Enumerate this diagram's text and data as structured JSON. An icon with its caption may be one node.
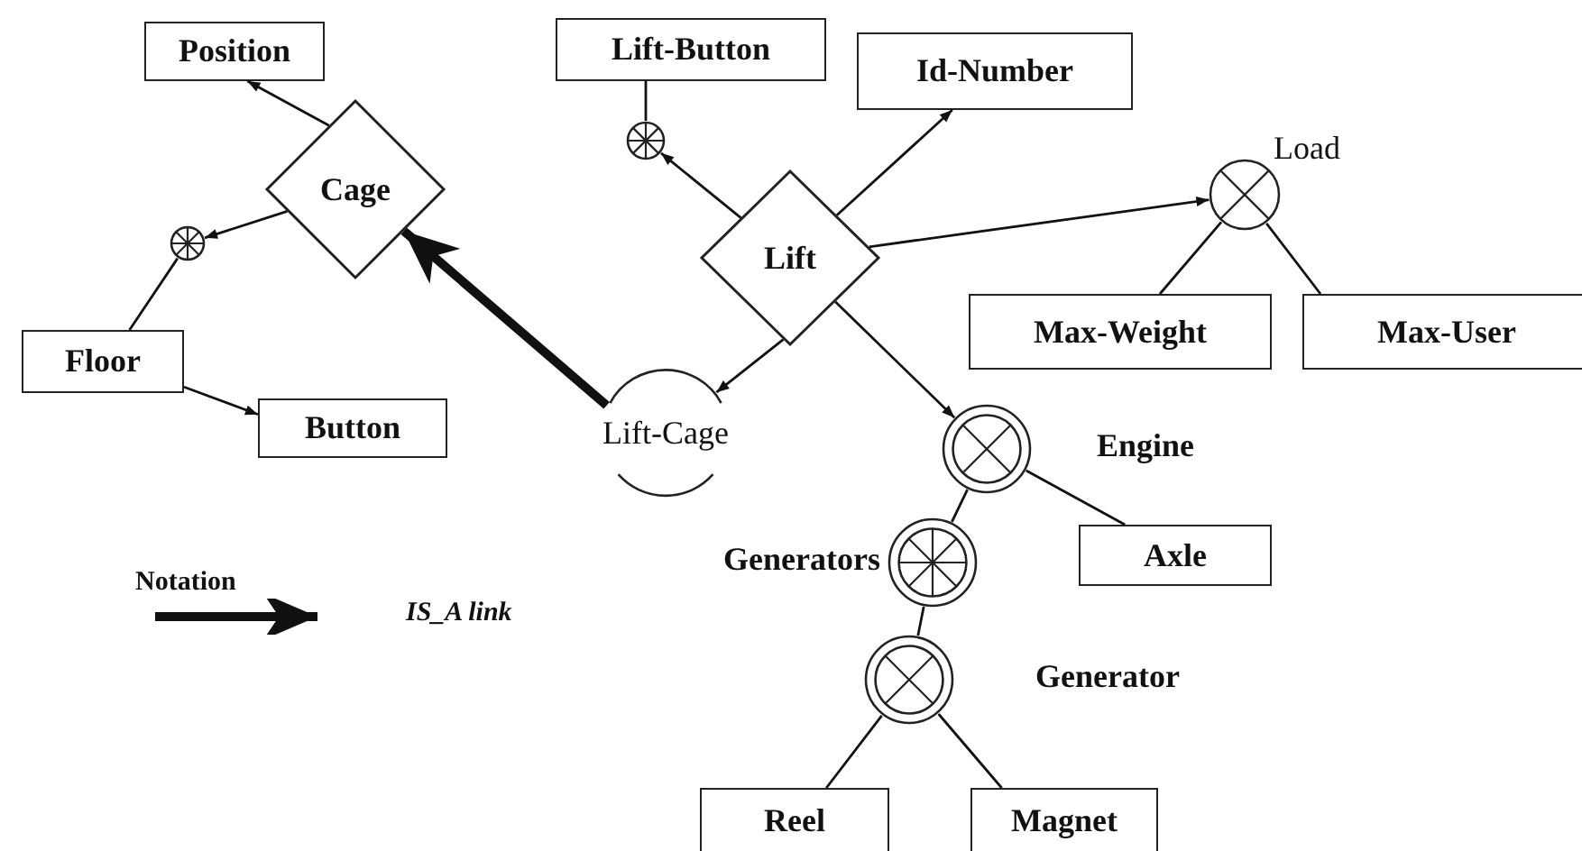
{
  "diagram": {
    "nodes": [
      {
        "text": [
          "Position"
        ]
      },
      {
        "text": [
          "Cage"
        ]
      },
      {
        "text": [],
        "shape": "circle"
      },
      {
        "text": [
          "Floor"
        ]
      },
      {
        "text": [
          "Button"
        ]
      },
      {
        "text": [
          "Lift-Button"
        ]
      },
      {
        "text": [],
        "shape": "circle"
      },
      {
        "text": [
          "Id-Number"
        ]
      },
      {
        "text": [
          "Lift"
        ]
      },
      {
        "text": [
          "Lift-Cage"
        ]
      },
      {
        "text": [
          "Load"
        ]
      },
      {
        "text": [
          "Max-Weight"
        ]
      },
      {
        "text": [
          "Max-User"
        ]
      },
      {
        "text": [
          "Engine"
        ]
      },
      {
        "text": [
          "Axle"
        ]
      },
      {
        "text": [
          "Generators"
        ]
      },
      {
        "text": [
          "Generator"
        ]
      },
      {
        "text": [
          "Reel"
        ]
      },
      {
        "text": [
          "Magnet"
        ]
      }
    ],
    "edges": [
      {
        "from": 1,
        "to": 0,
        "arrow": "to"
      },
      {
        "from": 1,
        "to": 2,
        "arrow": "to"
      },
      {
        "from": 2,
        "to": 3,
        "arrow": "none"
      },
      {
        "from": 3,
        "to": 4,
        "arrow": "to"
      },
      {
        "from": 5,
        "to": 6,
        "arrow": "none"
      },
      {
        "from": 8,
        "to": 6,
        "arrow": "to"
      },
      {
        "from": 8,
        "to": 7,
        "arrow": "to"
      },
      {
        "from": 8,
        "to": 10,
        "arrow": "to"
      },
      {
        "from": 10,
        "to": 11,
        "arrow": "none"
      },
      {
        "from": 10,
        "to": 12,
        "arrow": "none"
      },
      {
        "from": 8,
        "to": 9,
        "arrow": "to"
      },
      {
        "from": 9,
        "to": 1,
        "arrow": "to",
        "style": "thick"
      },
      {
        "from": 8,
        "to": 13,
        "arrow": "to"
      },
      {
        "from": 13,
        "to": 15,
        "arrow": "none"
      },
      {
        "from": 13,
        "to": 14,
        "arrow": "none"
      },
      {
        "from": 15,
        "to": 16,
        "arrow": "none"
      },
      {
        "from": 16,
        "to": 17,
        "arrow": "none"
      },
      {
        "from": 16,
        "to": 18,
        "arrow": "none"
      }
    ],
    "labels": [
      "Notation"
    ],
    "legend": [
      {
        "text": "IS_A link"
      }
    ]
  }
}
